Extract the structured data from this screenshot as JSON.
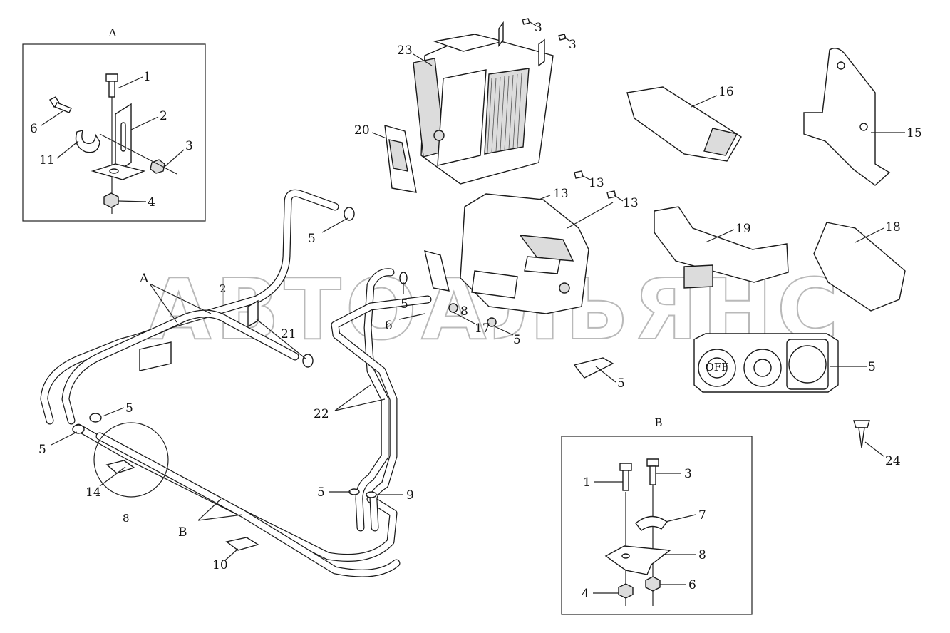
{
  "watermark": "АВТОАЛЬЯНС",
  "frames": [
    {
      "id": "A",
      "title": "A"
    },
    {
      "id": "B",
      "title": "B"
    }
  ],
  "callouts": [
    {
      "id": "a1",
      "text": "1"
    },
    {
      "id": "a2",
      "text": "2"
    },
    {
      "id": "a3",
      "text": "3"
    },
    {
      "id": "a4",
      "text": "4"
    },
    {
      "id": "a6",
      "text": "6"
    },
    {
      "id": "a11",
      "text": "11"
    },
    {
      "id": "m3a",
      "text": "3"
    },
    {
      "id": "m3b",
      "text": "3"
    },
    {
      "id": "m23",
      "text": "23"
    },
    {
      "id": "m20",
      "text": "20"
    },
    {
      "id": "m16",
      "text": "16"
    },
    {
      "id": "m15",
      "text": "15"
    },
    {
      "id": "m13a",
      "text": "13"
    },
    {
      "id": "m13b",
      "text": "13"
    },
    {
      "id": "m13c",
      "text": "13"
    },
    {
      "id": "m19",
      "text": "19"
    },
    {
      "id": "m18",
      "text": "18"
    },
    {
      "id": "m5a",
      "text": "5"
    },
    {
      "id": "m5b",
      "text": "5"
    },
    {
      "id": "m5c",
      "text": "5"
    },
    {
      "id": "m5d",
      "text": "5"
    },
    {
      "id": "m5e",
      "text": "5"
    },
    {
      "id": "m5f",
      "text": "5"
    },
    {
      "id": "m5g",
      "text": "5"
    },
    {
      "id": "m5h",
      "text": "5"
    },
    {
      "id": "m9",
      "text": "9"
    },
    {
      "id": "mA",
      "text": "A"
    },
    {
      "id": "m2",
      "text": "2"
    },
    {
      "id": "m21",
      "text": "21"
    },
    {
      "id": "m6",
      "text": "6"
    },
    {
      "id": "m17",
      "text": "17"
    },
    {
      "id": "m22",
      "text": "22"
    },
    {
      "id": "m14",
      "text": "14"
    },
    {
      "id": "m8a",
      "text": "8"
    },
    {
      "id": "mB",
      "text": "B"
    },
    {
      "id": "m10",
      "text": "10"
    },
    {
      "id": "m8b",
      "text": "8"
    },
    {
      "id": "m24",
      "text": "24"
    },
    {
      "id": "b1",
      "text": "1"
    },
    {
      "id": "b3",
      "text": "3"
    },
    {
      "id": "b7",
      "text": "7"
    },
    {
      "id": "b8",
      "text": "8"
    },
    {
      "id": "b4",
      "text": "4"
    },
    {
      "id": "b6",
      "text": "6"
    }
  ],
  "panel_text": "OFF"
}
